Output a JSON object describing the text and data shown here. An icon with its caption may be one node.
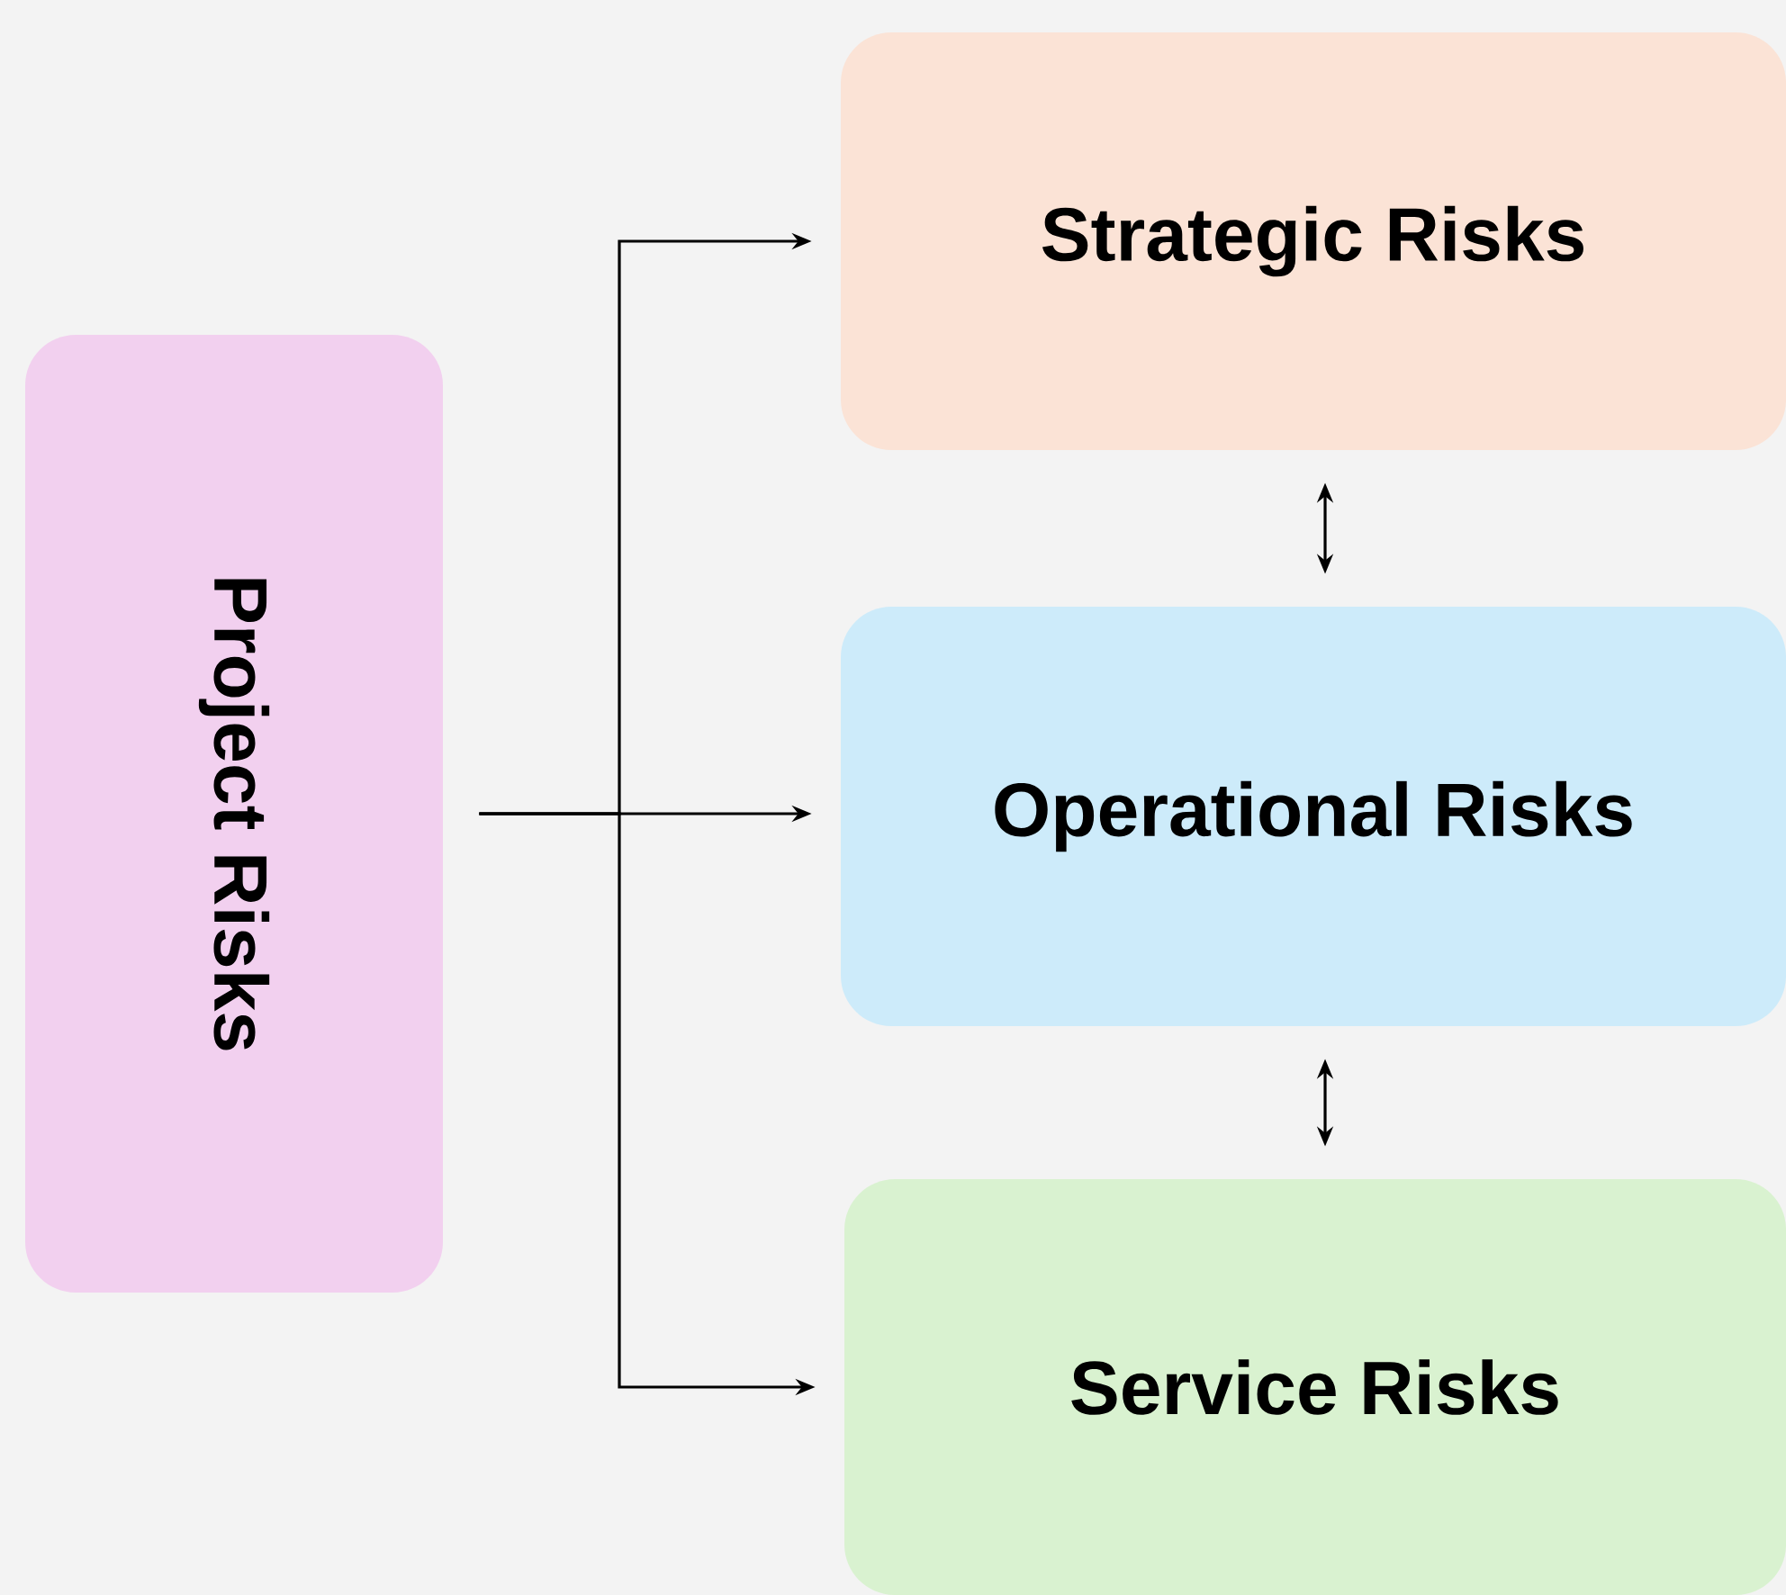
{
  "diagram": {
    "nodes": [
      {
        "text": [
          "Project Risks"
        ]
      },
      {
        "text": [
          "Strategic Risks"
        ]
      },
      {
        "text": [
          "Operational Risks"
        ]
      },
      {
        "text": [
          "Service Risks"
        ]
      }
    ],
    "edges": [
      {
        "from": 0,
        "to": 1,
        "arrow": "to"
      },
      {
        "from": 0,
        "to": 2,
        "arrow": "to"
      },
      {
        "from": 0,
        "to": 3,
        "arrow": "to"
      },
      {
        "from": 1,
        "to": 2,
        "arrow": "both"
      },
      {
        "from": 2,
        "to": 3,
        "arrow": "both"
      }
    ]
  }
}
